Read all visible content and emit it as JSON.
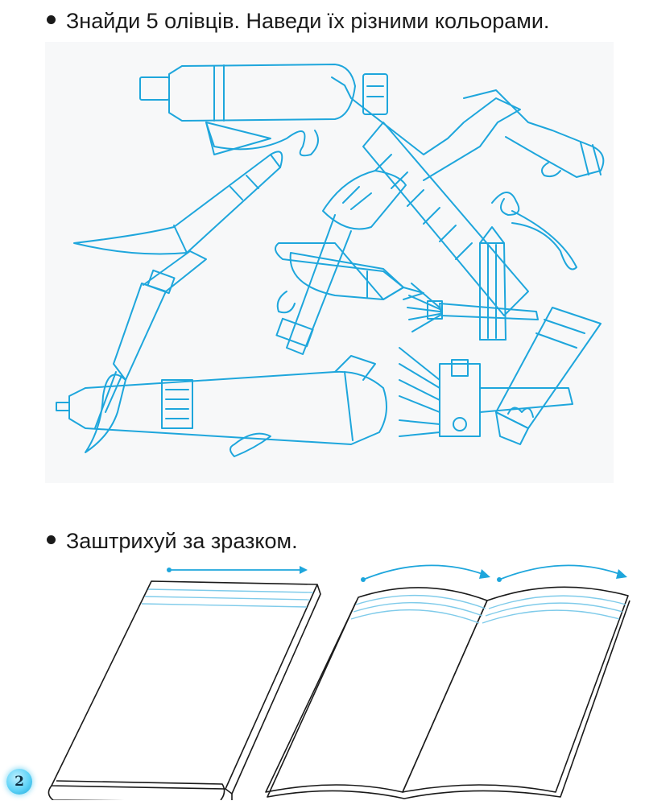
{
  "tasks": [
    {
      "text": "Знайди 5 олівців. Наведи їх різними кольорами."
    },
    {
      "text": "Заштрихуй за зразком."
    }
  ],
  "page_number": "2",
  "colors": {
    "line_blue": "#1ea6dc",
    "guide_blue": "#7fcbea",
    "ink": "#1a1a1a",
    "badge": "#4cc9f0"
  },
  "icons": {
    "bullet": "black-dot-bullet",
    "arrow": "blue-arrow-right"
  }
}
